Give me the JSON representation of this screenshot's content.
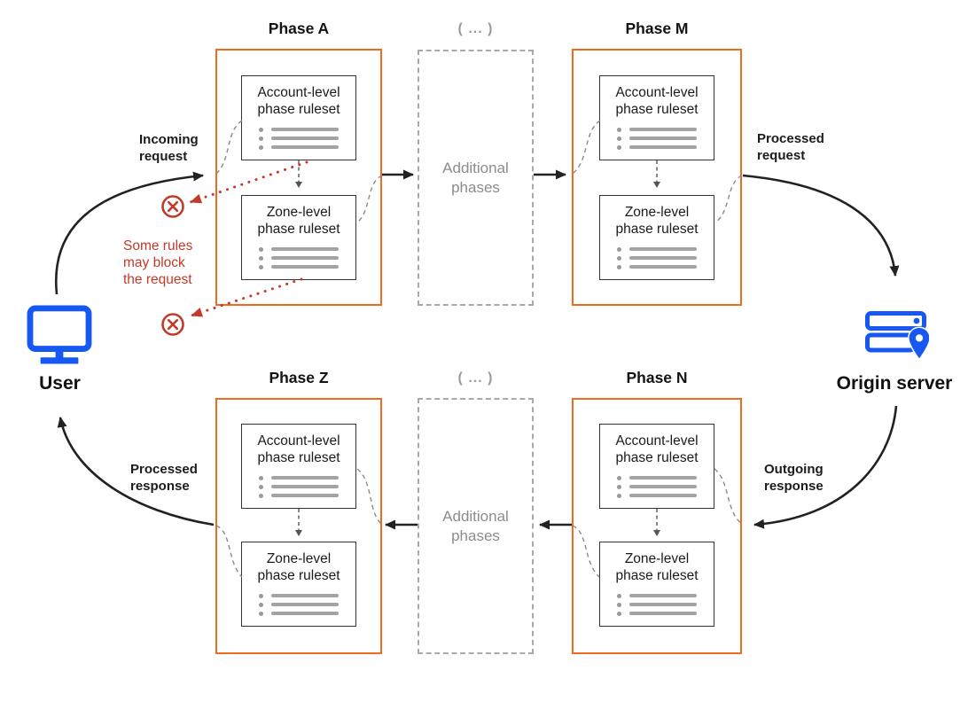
{
  "nodes": {
    "user": {
      "label": "User"
    },
    "origin": {
      "label": "Origin server"
    }
  },
  "phases": [
    {
      "title": "Phase A"
    },
    {
      "title": "Phase M"
    },
    {
      "title": "Phase Z"
    },
    {
      "title": "Phase N"
    }
  ],
  "labels": {
    "account_ruleset": "Account-level phase ruleset",
    "zone_ruleset": "Zone-level phase ruleset",
    "additional_phases": "Additional phases",
    "ellipsis": "( ... )"
  },
  "flow_labels": {
    "incoming": "Incoming request",
    "processed_request": "Processed request",
    "outgoing": "Outgoing response",
    "processed_response": "Processed response",
    "block_note": "Some rules may block the request"
  },
  "colors": {
    "phase_border": "#f26a1f",
    "node_icon": "#1757f2",
    "blocked": "#c23a2a",
    "muted": "#8c8c8c"
  }
}
